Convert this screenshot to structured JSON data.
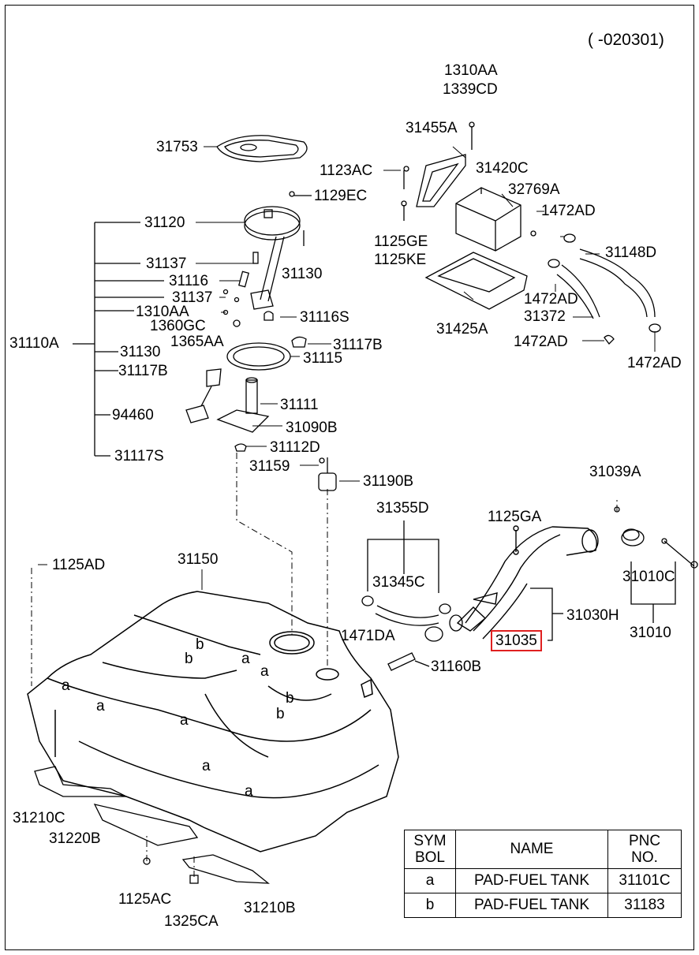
{
  "header": {
    "code": "( -020301)"
  },
  "labels": {
    "p31753": "31753",
    "p1129EC": "1129EC",
    "p31120": "31120",
    "p31137a": "31137",
    "p31116": "31116",
    "p31137b": "31137",
    "p1310AA_l": "1310AA",
    "p1360GC": "1360GC",
    "p1365AA": "1365AA",
    "p31110A": "31110A",
    "p31130a": "31130",
    "p31117Ba": "31117B",
    "p94460": "94460",
    "p31117S": "31117S",
    "p31130b": "31130",
    "p31116S": "31116S",
    "p31117Bb": "31117B",
    "p31115": "31115",
    "p31111": "31111",
    "p31090B": "31090B",
    "p31112D": "31112D",
    "p31159": "31159",
    "p31190B": "31190B",
    "p1310AA_t": "1310AA",
    "p1339CD": "1339CD",
    "p31455A": "31455A",
    "p1123AC": "1123AC",
    "p31420C": "31420C",
    "p32769A": "32769A",
    "p1472AD_a": "1472AD",
    "p1125GE": "1125GE",
    "p1125KE": "1125KE",
    "p31148D": "31148D",
    "p1472AD_b": "1472AD",
    "p31372": "31372",
    "p31425A": "31425A",
    "p1472AD_c": "1472AD",
    "p1472AD_d": "1472AD",
    "p31355D": "31355D",
    "p1125GA": "1125GA",
    "p31039A": "31039A",
    "p31345C": "31345C",
    "p31010C": "31010C",
    "p31030H": "31030H",
    "p31010": "31010",
    "p1471DA": "1471DA",
    "p31035": "31035",
    "p31160B": "31160B",
    "p1125AD": "1125AD",
    "p31150": "31150",
    "p31210C": "31210C",
    "p31220B": "31220B",
    "p1125AC": "1125AC",
    "p1325CA": "1325CA",
    "p31210B": "31210B"
  },
  "pad_marks": {
    "a": "a",
    "b": "b"
  },
  "legend": {
    "col_sym": "SYM\nBOL",
    "col_name": "NAME",
    "col_pnc": "PNC\nNO.",
    "rows": [
      {
        "sym": "a",
        "name": "PAD-FUEL TANK",
        "pnc": "31101C"
      },
      {
        "sym": "b",
        "name": "PAD-FUEL TANK",
        "pnc": "31183"
      }
    ]
  },
  "highlight_color": "#e02020"
}
